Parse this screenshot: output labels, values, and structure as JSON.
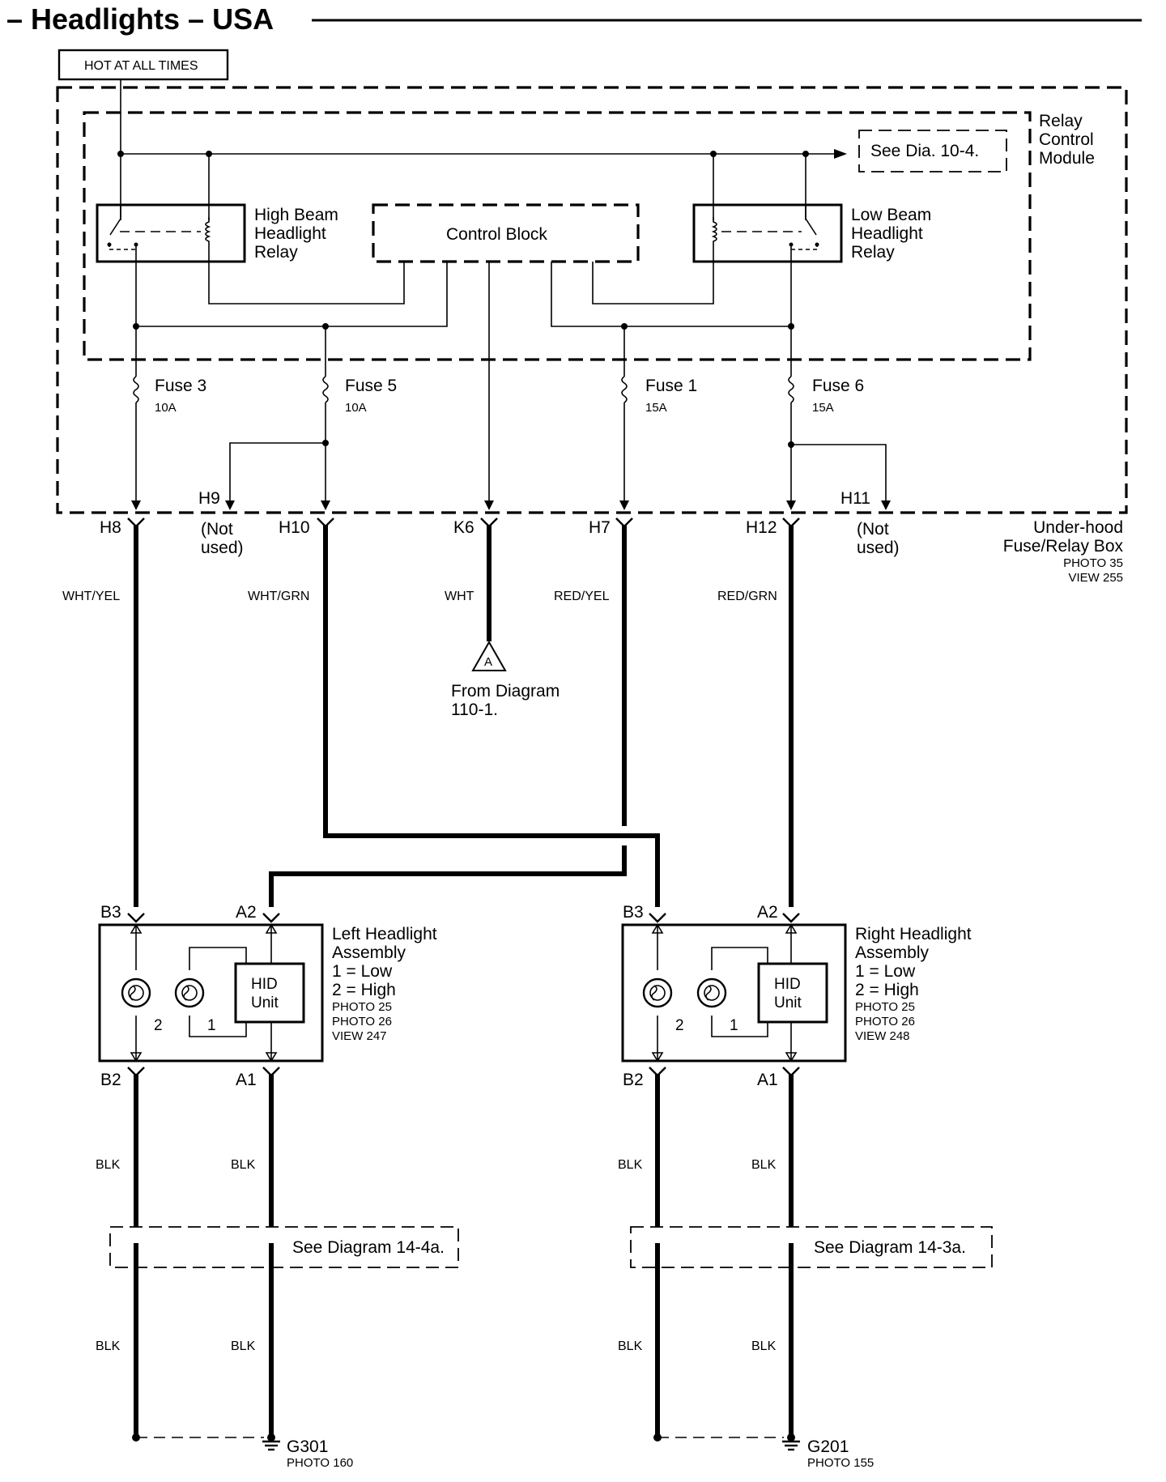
{
  "title": "– Headlights – USA",
  "hot_label": "HOT AT ALL TIMES",
  "relay_module_label": [
    "Relay",
    "Control",
    "Module"
  ],
  "see_dia_top": "See Dia. 10-4.",
  "high_relay_label": [
    "High Beam",
    "Headlight",
    "Relay"
  ],
  "low_relay_label": [
    "Low Beam",
    "Headlight",
    "Relay"
  ],
  "control_block": "Control Block",
  "fuses": [
    {
      "name": "Fuse 3",
      "rating": "10A"
    },
    {
      "name": "Fuse 5",
      "rating": "10A"
    },
    {
      "name": "Fuse 1",
      "rating": "15A"
    },
    {
      "name": "Fuse 6",
      "rating": "15A"
    }
  ],
  "terminals": {
    "h8": "H8",
    "h9": "H9",
    "h10": "H10",
    "k6": "K6",
    "h7": "H7",
    "h12": "H12",
    "h11": "H11"
  },
  "not_used": [
    "(Not",
    "used)"
  ],
  "fuse_box_label": [
    "Under-hood",
    "Fuse/Relay Box"
  ],
  "fuse_box_refs": [
    "PHOTO 35",
    "VIEW 255"
  ],
  "wire_colors": {
    "h8": "WHT/YEL",
    "h10": "WHT/GRN",
    "k6": "WHT",
    "h7": "RED/YEL",
    "h12": "RED/GRN"
  },
  "from_marker": "A",
  "from_diagram": [
    "From Diagram",
    "110-1."
  ],
  "left_assembly": {
    "title": [
      "Left Headlight",
      "Assembly"
    ],
    "legend": [
      "1 = Low",
      "2 = High"
    ],
    "refs": [
      "PHOTO 25",
      "PHOTO 26",
      "VIEW 247"
    ],
    "pins": {
      "b3": "B3",
      "a2": "A2",
      "b2": "B2",
      "a1": "A1"
    }
  },
  "right_assembly": {
    "title": [
      "Right Headlight",
      "Assembly"
    ],
    "legend": [
      "1 = Low",
      "2 = High"
    ],
    "refs": [
      "PHOTO 25",
      "PHOTO 26",
      "VIEW 248"
    ],
    "pins": {
      "b3": "B3",
      "a2": "A2",
      "b2": "B2",
      "a1": "A1"
    }
  },
  "hid_unit": [
    "HID",
    "Unit"
  ],
  "bulb_numbers": {
    "high": "2",
    "low": "1"
  },
  "ground_wire": "BLK",
  "see_diagram_left": "See Diagram 14-4a.",
  "see_diagram_right": "See Diagram 14-3a.",
  "grounds": [
    {
      "name": "G301",
      "ref": "PHOTO 160"
    },
    {
      "name": "G201",
      "ref": "PHOTO 155"
    }
  ]
}
